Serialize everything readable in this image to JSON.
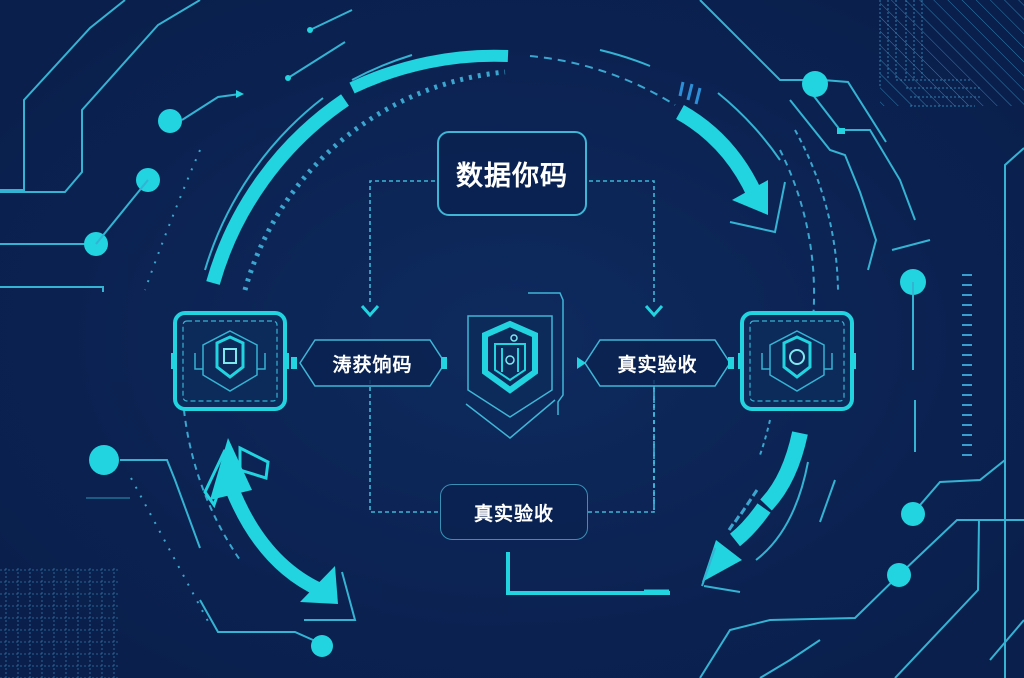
{
  "diagram": {
    "type": "circular-flow",
    "center_title": "数据你码",
    "left_label": "涛获饷码",
    "right_label": "真实验收",
    "bottom_label": "真实验收",
    "nodes": [
      {
        "id": "left-module",
        "icon": "shield-chip-icon",
        "position": "left"
      },
      {
        "id": "center-shield",
        "icon": "shield-lock-icon",
        "position": "center"
      },
      {
        "id": "right-module",
        "icon": "shield-chip-icon",
        "position": "right"
      }
    ],
    "edges": [
      {
        "from": "title",
        "to": "left-label",
        "style": "dashed",
        "arrow": "down"
      },
      {
        "from": "title",
        "to": "right-label",
        "style": "dashed",
        "arrow": "down"
      },
      {
        "from": "left-label",
        "to": "bottom-label",
        "style": "dashed"
      },
      {
        "from": "right-label",
        "to": "bottom-label",
        "style": "dashed"
      }
    ],
    "cycle_arrows": [
      "top-right-clockwise",
      "bottom-right-down-left",
      "bottom-left-bidirectional"
    ]
  },
  "colors": {
    "background": "#0b2352",
    "accent": "#22d3e0",
    "line": "#3fb6d6",
    "text": "#ffffff"
  }
}
